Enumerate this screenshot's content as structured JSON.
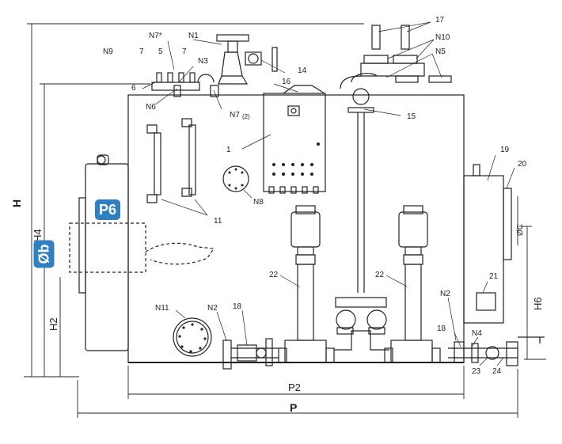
{
  "callouts": {
    "n7star": "N7*",
    "n1": "N1",
    "c7a": "7",
    "c5": "5",
    "c7b": "7",
    "n9": "N9",
    "n3": "N3",
    "c6": "6",
    "n6": "N6",
    "n7b": "N7",
    "n7b_sub": "(2)",
    "c14": "14",
    "c16": "16",
    "c17": "17",
    "n10": "N10",
    "n5": "N5",
    "c15": "15",
    "c1": "1",
    "c19": "19",
    "c20": "20",
    "n8": "N8",
    "c11": "11",
    "c21": "21",
    "c22a": "22",
    "c22b": "22",
    "n11": "N11",
    "n2a": "N2",
    "c18a": "18",
    "n2b": "N2",
    "c18b": "18",
    "n4": "N4",
    "c23": "23",
    "c24": "24"
  },
  "dimensions": {
    "h": "H",
    "h4": "H4",
    "h2": "H2",
    "h6": "H6",
    "oc": "ØC",
    "p2": "P2",
    "p": "P"
  },
  "badges": {
    "p6": "P6",
    "ob": "Øb"
  },
  "colors": {
    "line": "#222222",
    "badge": "#2f7fc1"
  }
}
